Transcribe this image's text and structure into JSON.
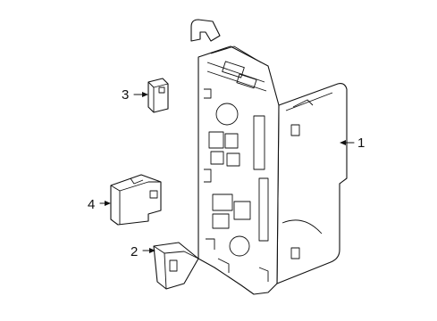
{
  "callouts": [
    {
      "id": "1",
      "label": "1"
    },
    {
      "id": "2",
      "label": "2"
    },
    {
      "id": "3",
      "label": "3"
    },
    {
      "id": "4",
      "label": "4"
    }
  ],
  "colors": {
    "stroke": "#111111",
    "background": "#ffffff"
  }
}
